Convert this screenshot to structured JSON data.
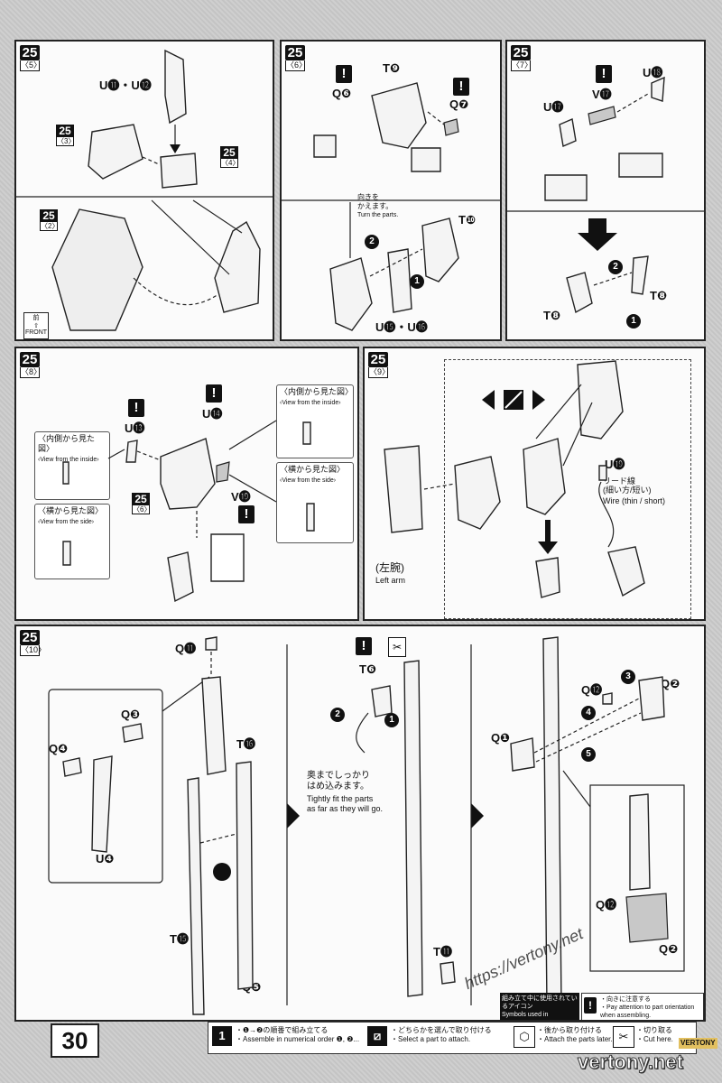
{
  "page_number": "30",
  "step_main": "25",
  "panels": {
    "p5": {
      "sub": "〈5〉",
      "part": "U⓫・U⓬",
      "ref_a": {
        "num": "25",
        "sub": "〈3〉"
      },
      "ref_b": {
        "num": "25",
        "sub": "〈4〉"
      },
      "ref_c": {
        "num": "25",
        "sub": "〈2〉"
      },
      "front_jp": "前",
      "front_en": "FRONT"
    },
    "p6": {
      "sub": "〈6〉",
      "t9": "T❾",
      "q6": "Q❻",
      "q7": "Q❼",
      "turn_jp": "向きを\nかえます。",
      "turn_en": "Turn the parts.",
      "t10": "T❿",
      "u15_16": "U⓯・U⓰",
      "n1": "1",
      "n2": "2"
    },
    "p7": {
      "sub": "〈7〉",
      "u18": "U⓲",
      "v17": "V⓱",
      "u17": "U⓱",
      "t8a": "T❽",
      "t8b": "T❽",
      "n1": "1",
      "n2": "2"
    },
    "p8": {
      "sub": "〈8〉",
      "u13": "U⓭",
      "u14": "U⓮",
      "v19": "V⓳",
      "ref": {
        "num": "25",
        "sub": "〈6〉"
      },
      "inside_jp": "〈内側から見た図〉",
      "inside_en": "‹View from the inside›",
      "side_jp": "〈横から見た図〉",
      "side_en": "‹View from the side›"
    },
    "p9": {
      "sub": "〈9〉",
      "u19": "U⓳",
      "wire_jp": "リード線\n(細い方/短い)",
      "wire_en": "Wire (thin / short)",
      "left_arm_jp": "(左腕)",
      "left_arm_en": "Left arm"
    },
    "p10": {
      "sub": "〈10〉",
      "q11": "Q⓫",
      "q3": "Q❸",
      "q4": "Q❹",
      "u4": "U❹",
      "t16": "T⓰",
      "t15": "T⓯",
      "q5": "Q❺",
      "t6": "T❻",
      "tight_jp": "奥までしっかり\nはめ込みます。",
      "tight_en": "Tightly fit the parts\nas far as they will go.",
      "t11": "T⓫",
      "q12a": "Q⓬",
      "q2a": "Q❷",
      "q1": "Q❶",
      "q12b": "Q⓬",
      "q2b": "Q❷",
      "n1": "1",
      "n2": "2",
      "n3": "3",
      "n4": "4",
      "n5": "5"
    }
  },
  "legend": {
    "numerical_jp": "・❶→❷の順番で組み立てる",
    "numerical_en": "・Assemble in numerical order ❶, ❷...",
    "select_jp": "・どちらかを選んで取り付ける",
    "select_en": "・Select a part to attach.",
    "later_jp": "・後から取り付ける",
    "later_en": "・Attach the parts later.",
    "cut_jp": "・切り取る",
    "cut_en": "・Cut here.",
    "orient_jp": "・向きに注意する",
    "orient_en": "・Pay attention to part orientation when assembling.",
    "symbols_jp": "組み立て中に使用されているアイコン",
    "symbols_en": "Symbols used in instructions"
  },
  "watermark": {
    "url": "https://vertony.net",
    "brand": "vertony.net",
    "side": "VERTONY"
  }
}
